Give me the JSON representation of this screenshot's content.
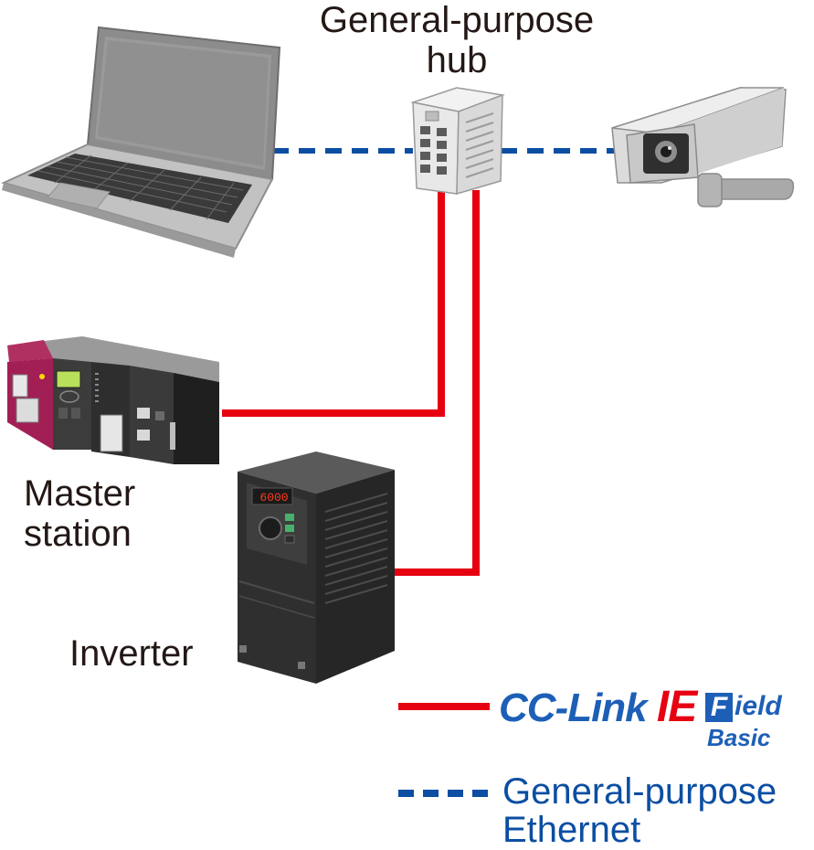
{
  "labels": {
    "hub_line1": "General-purpose",
    "hub_line2": "hub",
    "master_line1": "Master",
    "master_line2": "station",
    "inverter": "Inverter"
  },
  "legend": {
    "cc_link_logo": {
      "brand": "CC-Link",
      "ie": "IE",
      "field_initial": "F",
      "field_rest": "ield",
      "basic": "Basic"
    },
    "ethernet_line1": "General-purpose",
    "ethernet_line2": "Ethernet"
  },
  "display": {
    "inverter_readout": "6000"
  },
  "colors": {
    "cc_link_line": "#e60012",
    "ethernet_line": "#0b4ea2",
    "label_text": "#231815",
    "legend_text": "#0b4ea2"
  }
}
